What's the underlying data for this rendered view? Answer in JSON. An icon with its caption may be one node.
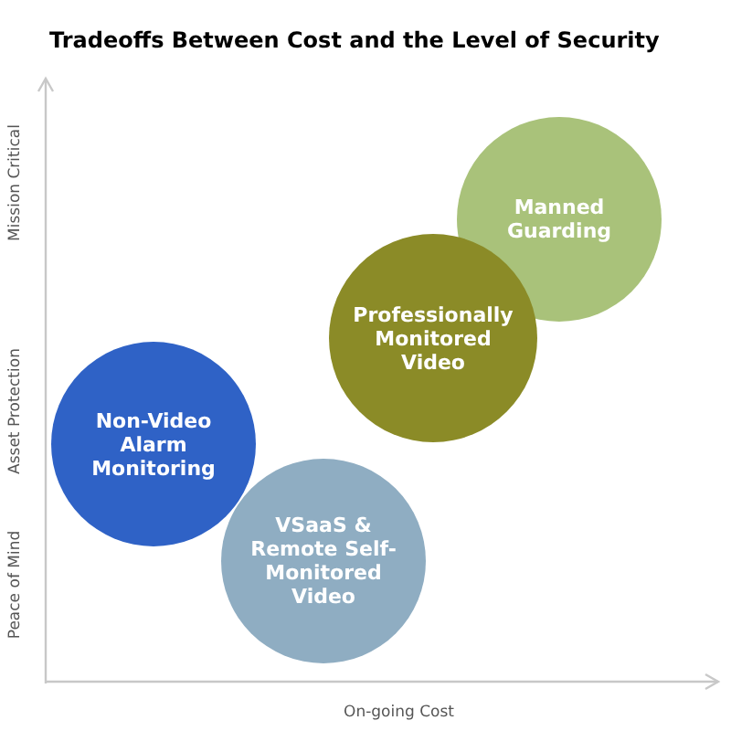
{
  "diagram": {
    "title": "Tradeoffs Between Cost and the Level of Security",
    "nodes": [
      {
        "text": [
          "Manned Guarding"
        ]
      },
      {
        "text": [
          "Professionally Monitored Video"
        ]
      },
      {
        "text": [
          "Non-Video Alarm Monitoring"
        ]
      },
      {
        "text": [
          "VSaaS & Remote Self-Monitored Video"
        ]
      }
    ],
    "labels": [
      "Mission Critical",
      "Asset Protection",
      "Peace of Mind",
      "On-going Cost"
    ]
  }
}
